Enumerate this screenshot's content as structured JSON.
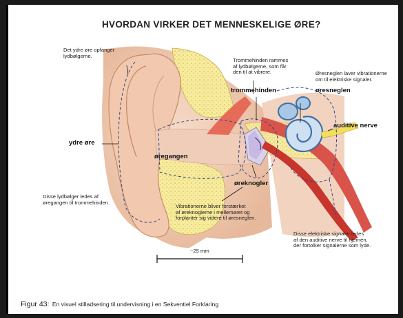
{
  "title": "HVORDAN VIRKER DET MENNESKELIGE ØRE?",
  "annotations": {
    "outer_ear_note": [
      "Det ydre øre opfanger",
      "lydbølgerne."
    ],
    "eardrum_note": [
      "Trommehinden rammes",
      "af lydbølgerne, som får",
      "den til at vibrere."
    ],
    "cochlea_note": [
      "Øresneglen laver vibrationerne",
      "om til elektriske signaler."
    ],
    "canal_note": [
      "Disse lydbølger ledes af",
      "øregangen til trommehinden."
    ],
    "ossicles_note": [
      "Vibrationerne bliver forstærket",
      "af øreknoglerne i mellemøret og",
      "forplanter sig videre til øresneglen."
    ],
    "nerve_note": [
      "Disse elektriske signaler ledes",
      "af den auditive nerve til hjernen,",
      "der fortolker signalerne som lyde."
    ]
  },
  "labels": {
    "eardrum": "trommehinden",
    "cochlea": "øresneglen",
    "auditory_nerve": "auditive nerve",
    "outer_ear": "ydre øre",
    "ear_canal": "øregangen",
    "ossicles": "øreknogler"
  },
  "scale": "~25 mm",
  "caption": {
    "figure": "Figur 43:",
    "text": "En visuel stilladsering til undervisning i en Sekventiel Forklaring"
  }
}
